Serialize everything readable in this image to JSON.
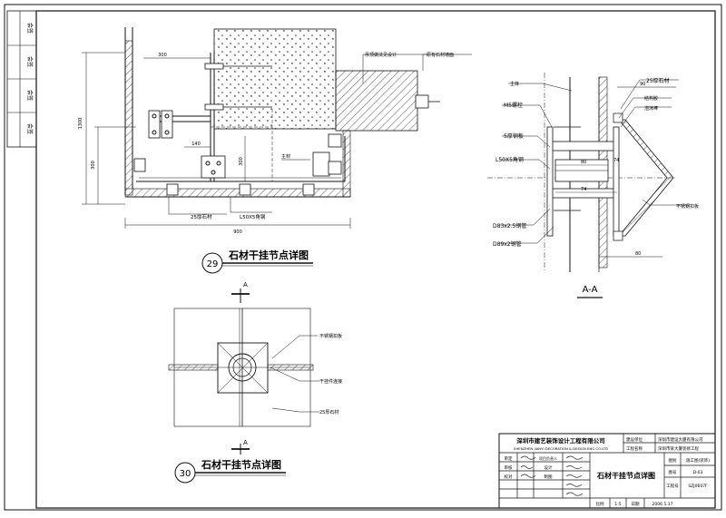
{
  "left_strip": {
    "labels": [
      "会签",
      "会签",
      "会签",
      "会签"
    ]
  },
  "detail_29": {
    "number": "29",
    "title": "石材干挂节点详图",
    "dims": {
      "top": "300",
      "left_total": "1300",
      "left_inner": "300",
      "mid_a": "140",
      "mid_b": "300",
      "bottom": "900"
    },
    "labels": {
      "ceiling": "吊顶做法见设计",
      "stone_frame": "原有石材墙面",
      "steel": "主材",
      "stone_25": "25厚石材",
      "angle": "L50X5角钢"
    }
  },
  "detail_aa": {
    "title": "A-A",
    "labels": {
      "top_right": "25厚石材",
      "left_top": "主体",
      "bolt": "M5螺栓",
      "plate": "5厚钢板",
      "angle": "L50X5角钢",
      "pipe1": "D83x2.5钢管",
      "pipe2": "D89x2钢管",
      "r1": "结构胶",
      "r2": "泡沫棒",
      "r3": "不锈钢扣板"
    },
    "dims": {
      "d1": "90",
      "d2": "74",
      "d3": "80",
      "d4": "74",
      "d5": "80"
    }
  },
  "detail_30": {
    "number": "30",
    "title": "石材干挂节点详图",
    "section_mark": "A",
    "labels": {
      "r1": "不锈钢扣板",
      "r2": "干挂件连接",
      "r3": "25厚石材"
    }
  },
  "title_block": {
    "company_cn": "深圳市建艺装饰设计工程有限公司",
    "company_en": "SHENZHEN JIANYI DECORATION & DESIGN ENG CO.LTD",
    "client_label": "建设单位",
    "client_value": "深圳市建设大厦有限公司",
    "project_label": "工程名称",
    "project_value": "深圳市某大厦装修工程",
    "drawing_title": "石材干挂节点详图",
    "row_labels": [
      "审定",
      "审核",
      "项目负责人",
      "设计",
      "校对",
      "制图"
    ],
    "right_labels": [
      "图别",
      "图号",
      "工程号"
    ],
    "right_values": [
      "施工图(装饰)",
      "D-03",
      "SZJ0607F"
    ],
    "scale_label": "比例",
    "scale_value": "1:5",
    "date_label": "日期",
    "date_value": "2006.5.17"
  },
  "colors": {
    "line": "#111111",
    "hatch": "#333333"
  }
}
